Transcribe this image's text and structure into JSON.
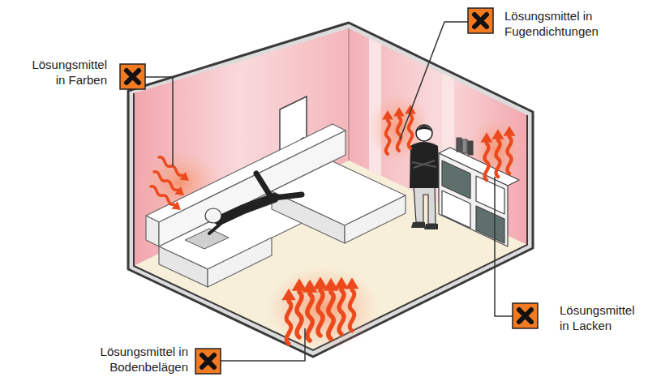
{
  "diagram": {
    "labels": [
      "Lösungsmittel in Fugendichtungen",
      "Lösungsmittel in Farben",
      "Lösungsmittel in Lacken",
      "Lösungsmittel in Bodenbelägen"
    ]
  }
}
